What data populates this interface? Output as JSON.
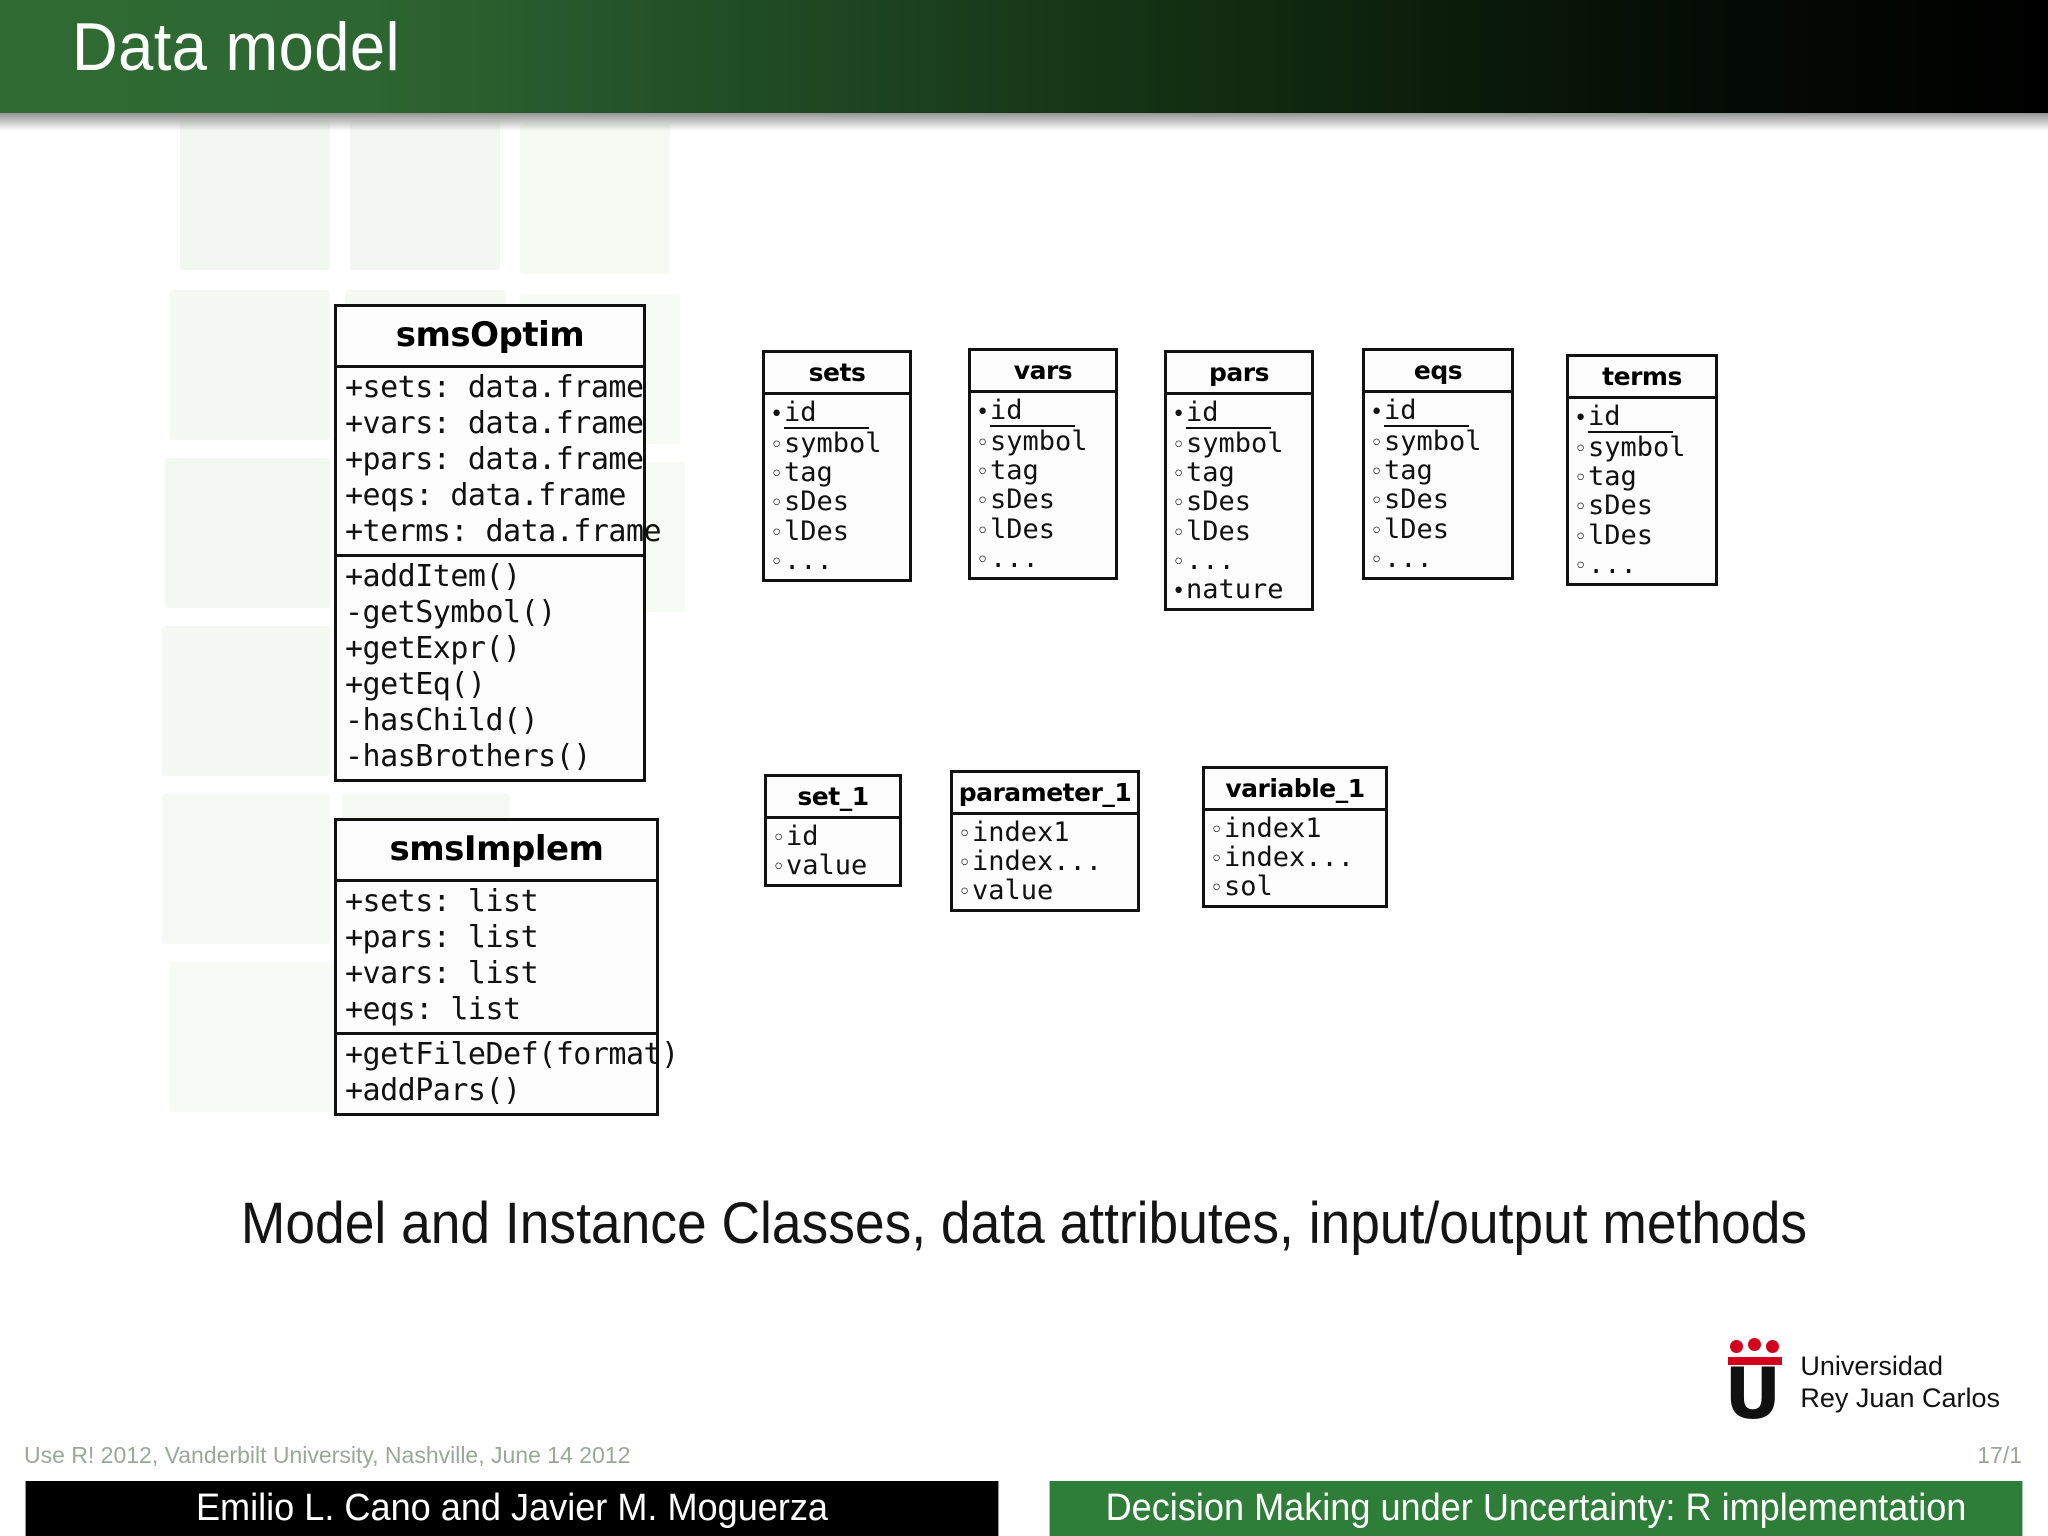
{
  "header": {
    "title": "Data model",
    "gradient_from": "#2f6b33",
    "gradient_to": "#000000"
  },
  "diagram": {
    "classes": [
      {
        "name": "smsOptim",
        "attributes": [
          "+sets: data.frame",
          "+vars: data.frame",
          "+pars: data.frame",
          "+eqs: data.frame",
          "+terms: data.frame"
        ],
        "methods": [
          "+addItem()",
          "-getSymbol()",
          "+getExpr()",
          "+getEq()",
          "-hasChild()",
          "-hasBrothers()"
        ]
      },
      {
        "name": "smsImplem",
        "attributes": [
          "+sets: list",
          "+pars: list",
          "+vars: list",
          "+eqs: list"
        ],
        "methods": [
          "+getFileDef(format)",
          "+addPars()"
        ]
      }
    ],
    "entities": [
      {
        "name": "sets",
        "fields": [
          {
            "label": "id",
            "marker": "key",
            "key": true
          },
          {
            "label": "symbol",
            "marker": "plain",
            "key": false
          },
          {
            "label": "tag",
            "marker": "plain",
            "key": false
          },
          {
            "label": "sDes",
            "marker": "plain",
            "key": false
          },
          {
            "label": "lDes",
            "marker": "plain",
            "key": false
          },
          {
            "label": "...",
            "marker": "plain",
            "key": false
          }
        ]
      },
      {
        "name": "vars",
        "fields": [
          {
            "label": "id",
            "marker": "key",
            "key": true
          },
          {
            "label": "symbol",
            "marker": "plain",
            "key": false
          },
          {
            "label": "tag",
            "marker": "plain",
            "key": false
          },
          {
            "label": "sDes",
            "marker": "plain",
            "key": false
          },
          {
            "label": "lDes",
            "marker": "plain",
            "key": false
          },
          {
            "label": "...",
            "marker": "plain",
            "key": false
          }
        ]
      },
      {
        "name": "pars",
        "fields": [
          {
            "label": "id",
            "marker": "key",
            "key": true
          },
          {
            "label": "symbol",
            "marker": "plain",
            "key": false
          },
          {
            "label": "tag",
            "marker": "plain",
            "key": false
          },
          {
            "label": "sDes",
            "marker": "plain",
            "key": false
          },
          {
            "label": "lDes",
            "marker": "plain",
            "key": false
          },
          {
            "label": "...",
            "marker": "plain",
            "key": false
          },
          {
            "label": "nature",
            "marker": "key",
            "key": false
          }
        ]
      },
      {
        "name": "eqs",
        "fields": [
          {
            "label": "id",
            "marker": "key",
            "key": true
          },
          {
            "label": "symbol",
            "marker": "plain",
            "key": false
          },
          {
            "label": "tag",
            "marker": "plain",
            "key": false
          },
          {
            "label": "sDes",
            "marker": "plain",
            "key": false
          },
          {
            "label": "lDes",
            "marker": "plain",
            "key": false
          },
          {
            "label": "...",
            "marker": "plain",
            "key": false
          }
        ]
      },
      {
        "name": "terms",
        "fields": [
          {
            "label": "id",
            "marker": "key",
            "key": true
          },
          {
            "label": "symbol",
            "marker": "plain",
            "key": false
          },
          {
            "label": "tag",
            "marker": "plain",
            "key": false
          },
          {
            "label": "sDes",
            "marker": "plain",
            "key": false
          },
          {
            "label": "lDes",
            "marker": "plain",
            "key": false
          },
          {
            "label": "...",
            "marker": "plain",
            "key": false
          }
        ]
      },
      {
        "name": "set_1",
        "fields": [
          {
            "label": "id",
            "marker": "plain",
            "key": false
          },
          {
            "label": "value",
            "marker": "plain",
            "key": false
          }
        ]
      },
      {
        "name": "parameter_1",
        "fields": [
          {
            "label": "index1",
            "marker": "plain",
            "key": false
          },
          {
            "label": "index...",
            "marker": "plain",
            "key": false
          },
          {
            "label": "value",
            "marker": "plain",
            "key": false
          }
        ]
      },
      {
        "name": "variable_1",
        "fields": [
          {
            "label": "index1",
            "marker": "plain",
            "key": false
          },
          {
            "label": "index...",
            "marker": "plain",
            "key": false
          },
          {
            "label": "sol",
            "marker": "plain",
            "key": false
          }
        ]
      }
    ]
  },
  "caption": "Model and Instance Classes, data attributes, input/output methods",
  "logo": {
    "line1": "Universidad",
    "line2": "Rey Juan Carlos",
    "letter": "U",
    "crown_color": "#d3001e"
  },
  "footer": {
    "conference": "Use R! 2012, Vanderbilt University, Nashville, June 14 2012",
    "page": "17/1",
    "authors": "Emilio L. Cano and Javier M. Moguerza",
    "talk_title": "Decision Making under Uncertainty:  R implementation",
    "bar_left_color": "#000000",
    "bar_right_color": "#2e7d39"
  }
}
